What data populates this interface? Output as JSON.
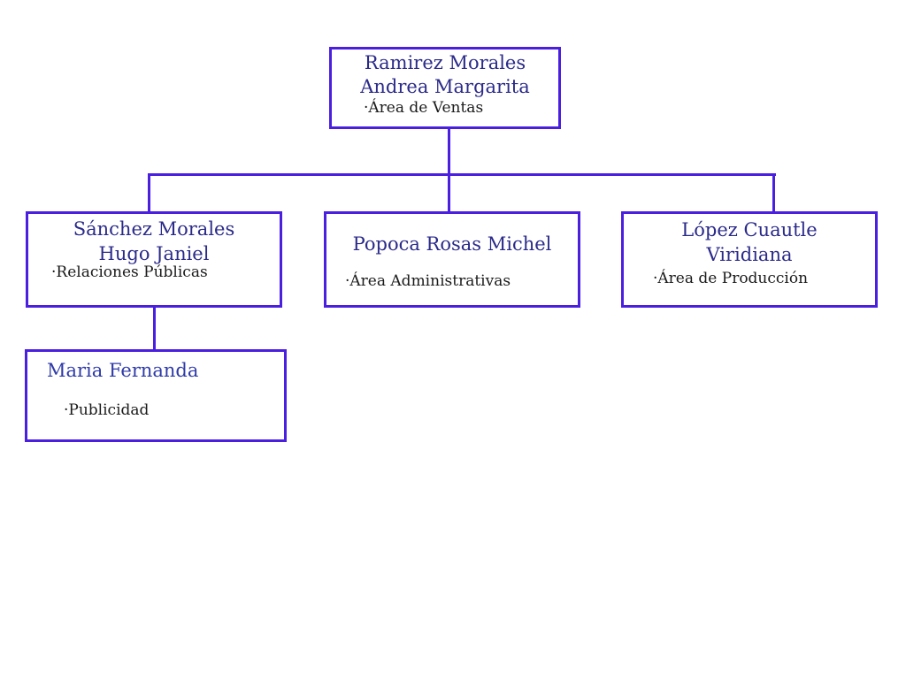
{
  "colors": {
    "border": "#4a1fe0",
    "name": "#2b2a8a"
  },
  "nodes": {
    "root": {
      "name_line1": "Ramirez Morales",
      "name_line2": "Andrea Margarita",
      "area": "·Área de Ventas"
    },
    "left": {
      "name_line1": "Sánchez Morales",
      "name_line2": "Hugo Janiel",
      "area": "·Relaciones Públicas"
    },
    "middle": {
      "name_line1": "Popoca Rosas Michel",
      "area": "·Área Administrativas"
    },
    "right": {
      "name_line1": "López Cuautle",
      "name_line2": "Viridiana",
      "area": "·Área de Producción"
    },
    "sub": {
      "name_line1": "Maria Fernanda",
      "area": "·Publicidad"
    }
  }
}
